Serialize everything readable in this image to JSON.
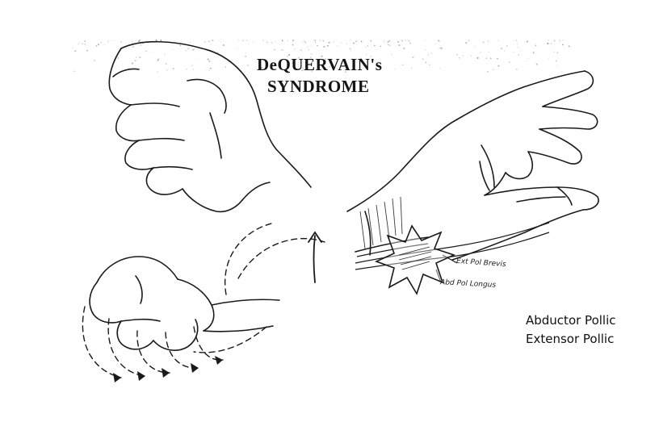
{
  "title": {
    "line1": "DeQUERVAIN's",
    "line2": "SYNDROME"
  },
  "labels": {
    "tendon_upper": "Ext Pol Brevis",
    "tendon_lower": "Abd Pol Longus"
  },
  "caption": {
    "line1": "Abductor Pollic",
    "line2": "Extensor Pollic"
  },
  "illustrations": [
    {
      "name": "upper-fist",
      "style": "line-drawing"
    },
    {
      "name": "lower-fist-with-motion-arcs",
      "style": "line-drawing"
    },
    {
      "name": "right-hand-with-pain-burst",
      "style": "line-drawing"
    }
  ],
  "colors": {
    "ink": "#1a1a1a",
    "background": "#ffffff",
    "speckle": "#8a8a8a"
  }
}
